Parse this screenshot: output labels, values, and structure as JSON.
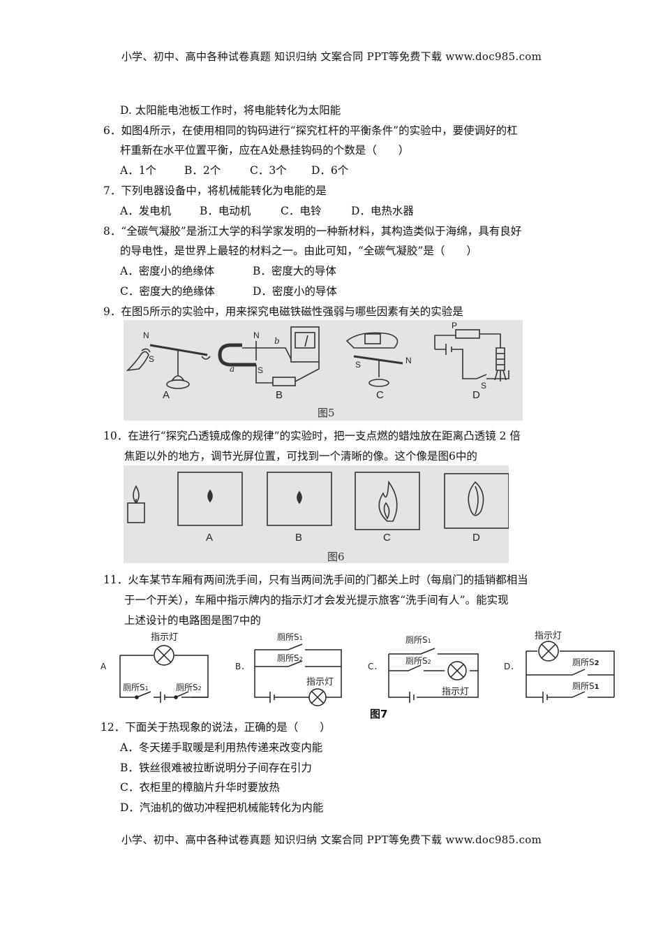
{
  "header": "小学、初中、高中各种试卷真题 知识归纳 文案合同 PPT等免费下载  www.doc985.com",
  "footer": "小学、初中、高中各种试卷真题 知识归纳 文案合同 PPT等免费下载  www.doc985.com",
  "q5": {
    "option_d": "D. 太阳能电池板工作时，将电能转化为太阳能"
  },
  "q6": {
    "stem1": "6．如图4所示，在使用相同的钩码进行“探究杠杆的平衡条件”的实验中，要使调好的杠",
    "stem2": "杆重新在水平位置平衡，应在A处悬挂钩码的个数是（　　）",
    "options": [
      "A．1个",
      "B．2个",
      "C．3个",
      "D．6个"
    ]
  },
  "q7": {
    "stem": "7．下列电器设备中，将机械能转化为电能的是",
    "options": [
      "A．发电机",
      "B．电动机",
      "C．电铃",
      "D．电热水器"
    ]
  },
  "q8": {
    "stem1": "8．“全碳气凝胶”是浙江大学的科学家发明的一种新材料，其构造类似于海绵，具有良好",
    "stem2": "的导电性，是世界上最轻的材料之一。由此可知，“全碳气凝胶”是（　　）",
    "options": [
      "A．密度小的绝缘体",
      "B．密度大的导体",
      "C．密度大的绝缘体",
      "D．密度小的导体"
    ]
  },
  "q9": {
    "stem": "9．在图5所示的实验中，用来探究电磁铁磁性强弱与哪些因素有关的实验是",
    "figure_caption": "图5",
    "labels": [
      "A",
      "B",
      "C",
      "D"
    ],
    "inner_labels": {
      "n": "N",
      "s": "S",
      "a": "a",
      "b": "b",
      "p": "P"
    }
  },
  "q10": {
    "stem1": "10．在进行“探究凸透镜成像的规律”的实验时，把一支点燃的蜡烛放在距离凸透镜 2 倍",
    "stem2": "焦距以外的地方，调节光屏位置，可找到一个清晰的像。这个像是图6中的",
    "figure_caption": "图6",
    "labels": [
      "A",
      "B",
      "C",
      "D"
    ]
  },
  "q11": {
    "stem1": "11．火车某节车厢有两间洗手间，只有当两间洗手间的门都关上时（每扇门的插销都相当",
    "stem2": "于一个开关），车厢中指示牌内的指示灯才会发光提示旅客“洗手间有人”。能实现",
    "stem3": "上述设计的电路图是图7中的",
    "figure_caption": "图7",
    "option_labels": [
      "A",
      "B．",
      "C．",
      "D．"
    ],
    "lamp": "指示灯",
    "s1": "厕所S",
    "s2": "厕所S",
    "sub1": "1",
    "sub2": "2"
  },
  "q12": {
    "stem": "12．下面关于热现象的说法，正确的是（　　）",
    "options": [
      "A．冬天搓手取暖是利用热传递来改变内能",
      "B．铁丝很难被拉断说明分子间存在引力",
      "C．衣柜里的樟脑片升华时要放热",
      "D．汽油机的做功冲程把机械能转化为内能"
    ]
  }
}
